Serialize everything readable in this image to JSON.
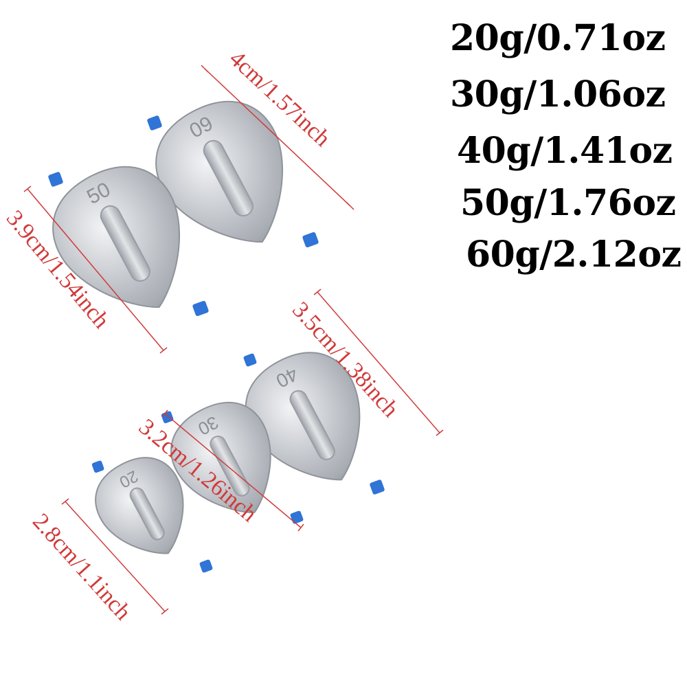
{
  "weights": [
    "20g/0.71oz",
    "30g/1.06oz",
    "40g/1.41oz",
    "50g/1.76oz",
    "60g/2.12oz"
  ],
  "dimensions": [
    "4cm/1.57inch",
    "3.9cm/1.54inch",
    "3.5cm/1.38inch",
    "3.2cm/1.26inch",
    "2.8cm/1.1inch"
  ],
  "embossed_numbers": [
    "60",
    "50",
    "40",
    "30",
    "20"
  ],
  "colors": {
    "dimension_red": "#d03a3a",
    "lead_grey": "#b9bcc2",
    "tip_blue": "#2f74d6",
    "text": "#000000"
  }
}
